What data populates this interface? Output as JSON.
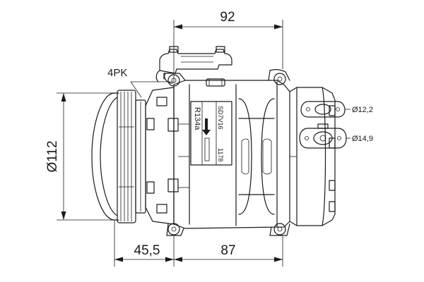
{
  "drawing": {
    "dimensions": {
      "top_width": "92",
      "pulley_offset": "45,5",
      "body_length": "87",
      "diameter": "Ø112",
      "port_small": "Ø12,2",
      "port_large": "Ø14,9"
    },
    "pulley_label": "4PK",
    "plate": {
      "model": "SD7V16",
      "refrigerant": "R134a",
      "code": "1178"
    }
  }
}
